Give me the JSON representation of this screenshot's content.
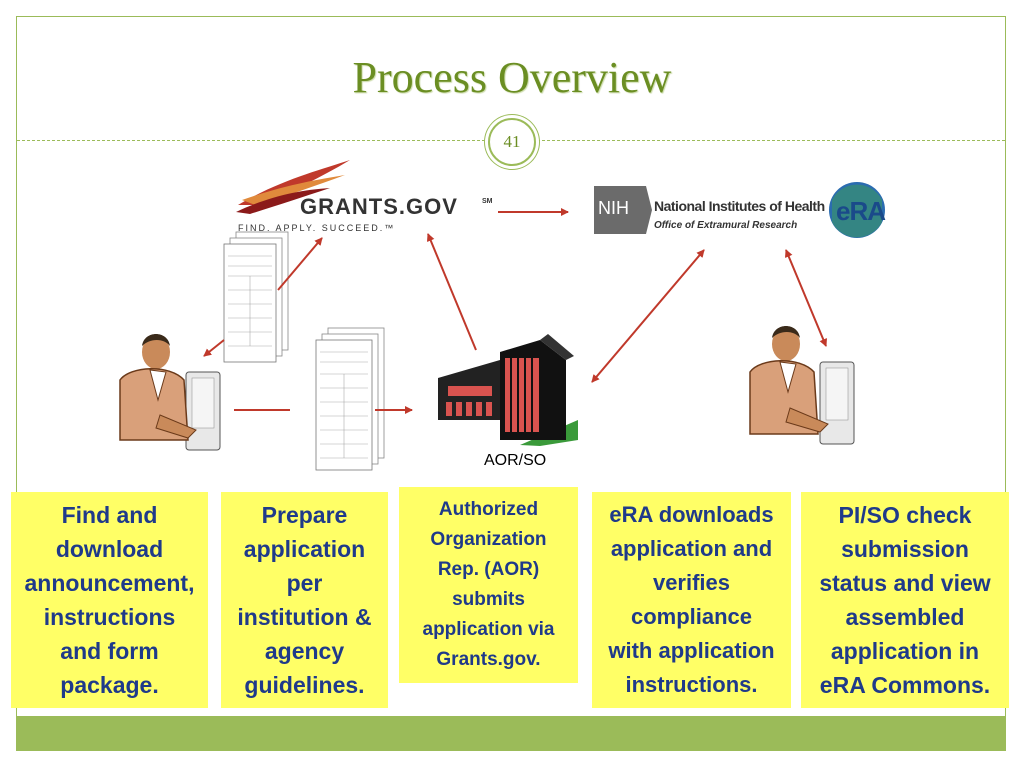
{
  "slide": {
    "title": "Process Overview",
    "page_number": "41"
  },
  "logos": {
    "grants_gov": {
      "name": "GRANTS.GOV",
      "mark": "SM",
      "tagline": "FIND. APPLY. SUCCEED.™"
    },
    "nih": {
      "abbr": "NIH",
      "name": "National Institutes of Health",
      "subtitle": "Office of Extramural Research"
    },
    "era": {
      "text": "eRA"
    }
  },
  "labels": {
    "aor_so": "AOR/SO"
  },
  "steps": [
    {
      "lines": [
        "Find and",
        "download",
        "announcement,",
        "instructions",
        "and form",
        "package."
      ]
    },
    {
      "lines": [
        "Prepare",
        "application",
        "per",
        "institution &",
        "agency",
        "guidelines."
      ]
    },
    {
      "lines": [
        "Authorized",
        "Organization",
        "Rep. (AOR)",
        "submits",
        "application via",
        "Grants.gov."
      ]
    },
    {
      "lines": [
        "eRA downloads",
        "application and",
        "verifies",
        "compliance",
        "with application",
        "instructions."
      ]
    },
    {
      "lines": [
        "PI/SO check",
        "submission",
        "status and view",
        "assembled",
        "application in",
        "eRA Commons."
      ]
    }
  ],
  "colors": {
    "accent_green": "#9bbb59",
    "title_green": "#6b8e23",
    "box_fill": "#ffff66",
    "box_text": "#1f3a8a",
    "arrow": "#c0392b"
  }
}
